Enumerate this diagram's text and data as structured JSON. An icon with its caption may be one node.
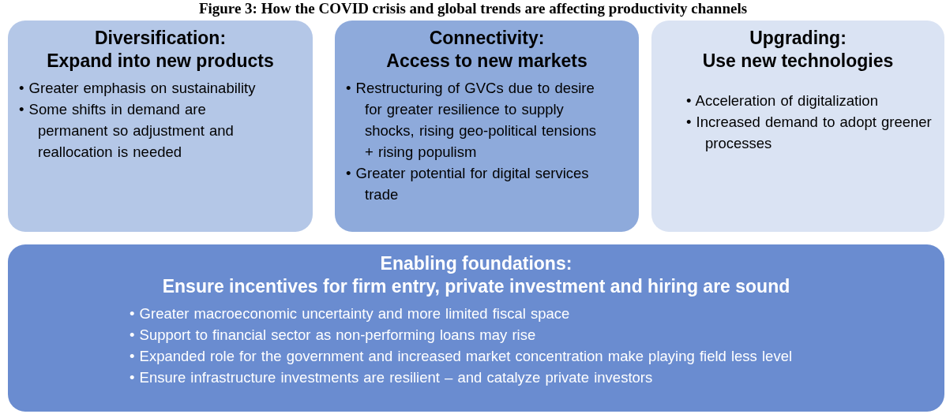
{
  "diagram": {
    "title": "Figure 3: How the COVID crisis and global trends are affecting productivity channels",
    "nodes": [
      {
        "text": [
          "Diversification: Expand into new products",
          "• Greater emphasis on sustainability",
          "• Some shifts in demand are permanent so adjustment and reallocation is needed"
        ]
      },
      {
        "text": [
          "Connectivity: Access to new markets",
          "• Restructuring of GVCs due to desire for greater resilience to supply shocks, rising geo-political tensions + rising populism",
          "• Greater potential for digital services trade"
        ]
      },
      {
        "text": [
          "Upgrading: Use new technologies",
          "• Acceleration of digitalization",
          "• Increased demand to adopt greener processes"
        ]
      },
      {
        "text": [
          "Enabling foundations: Ensure incentives for firm entry, private investment and hiring are sound",
          "• Greater macroeconomic uncertainty and more limited fiscal space",
          "• Support to financial sector as non-performing loans may rise",
          "• Expanded role for the government and increased market concentration make playing field less level",
          "• Ensure infrastructure investments are resilient – and catalyze private investors"
        ]
      }
    ],
    "edges": []
  }
}
